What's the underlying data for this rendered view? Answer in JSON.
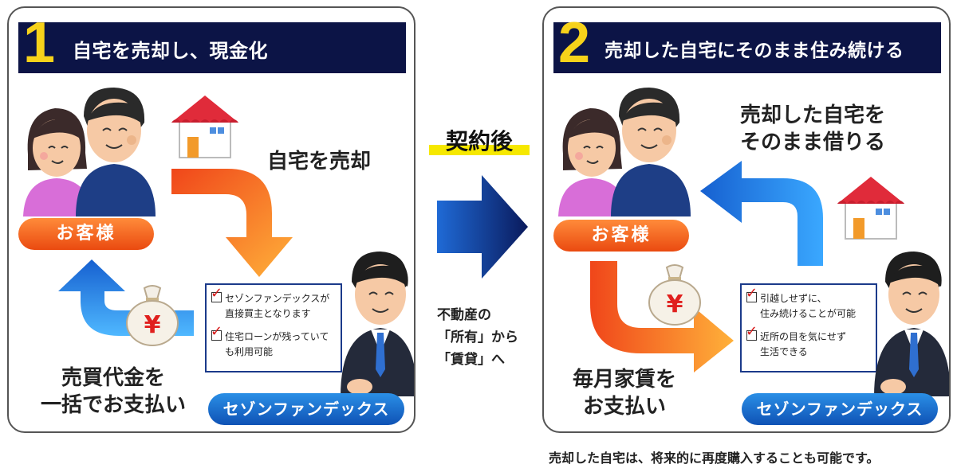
{
  "panel1": {
    "number": "1",
    "title": "自宅を売却し、現金化",
    "customer_label": "お客様",
    "sell_label": "自宅を売却",
    "payment_label": [
      "売買代金を",
      "一括でお支払い"
    ],
    "yen_symbol": "¥",
    "checklist": [
      [
        "セゾンファンデックスが",
        "直接買主となります"
      ],
      [
        "住宅ローンが残っていて",
        "も利用可能"
      ]
    ],
    "company_label": "セゾンファンデックス"
  },
  "middle": {
    "label": "契約後",
    "text": [
      "不動産の",
      "「所有」から",
      "「賃貸」へ"
    ]
  },
  "panel2": {
    "number": "2",
    "title": "売却した自宅にそのまま住み続ける",
    "customer_label": "お客様",
    "lease_label": [
      "売却した自宅を",
      "そのまま借りる"
    ],
    "rent_label": [
      "毎月家賃を",
      "お支払い"
    ],
    "yen_symbol": "¥",
    "checklist": [
      [
        "引越しせずに、",
        "住み続けることが可能"
      ],
      [
        "近所の目を気にせず",
        "生活できる"
      ]
    ],
    "company_label": "セゾンファンデックス"
  },
  "footnote": "売却した自宅は、将来的に再度購入することも可能です。",
  "colors": {
    "header_bg": "#0c1446",
    "number_yellow": "#f7d21a",
    "orange": "#f06a1e",
    "blue": "#1a6fd6",
    "highlight_yellow": "#f6e800"
  },
  "icons": [
    "couple-illustration",
    "house-icon",
    "money-bag-icon",
    "businessman-illustration",
    "check-icon",
    "arrow-icon"
  ]
}
